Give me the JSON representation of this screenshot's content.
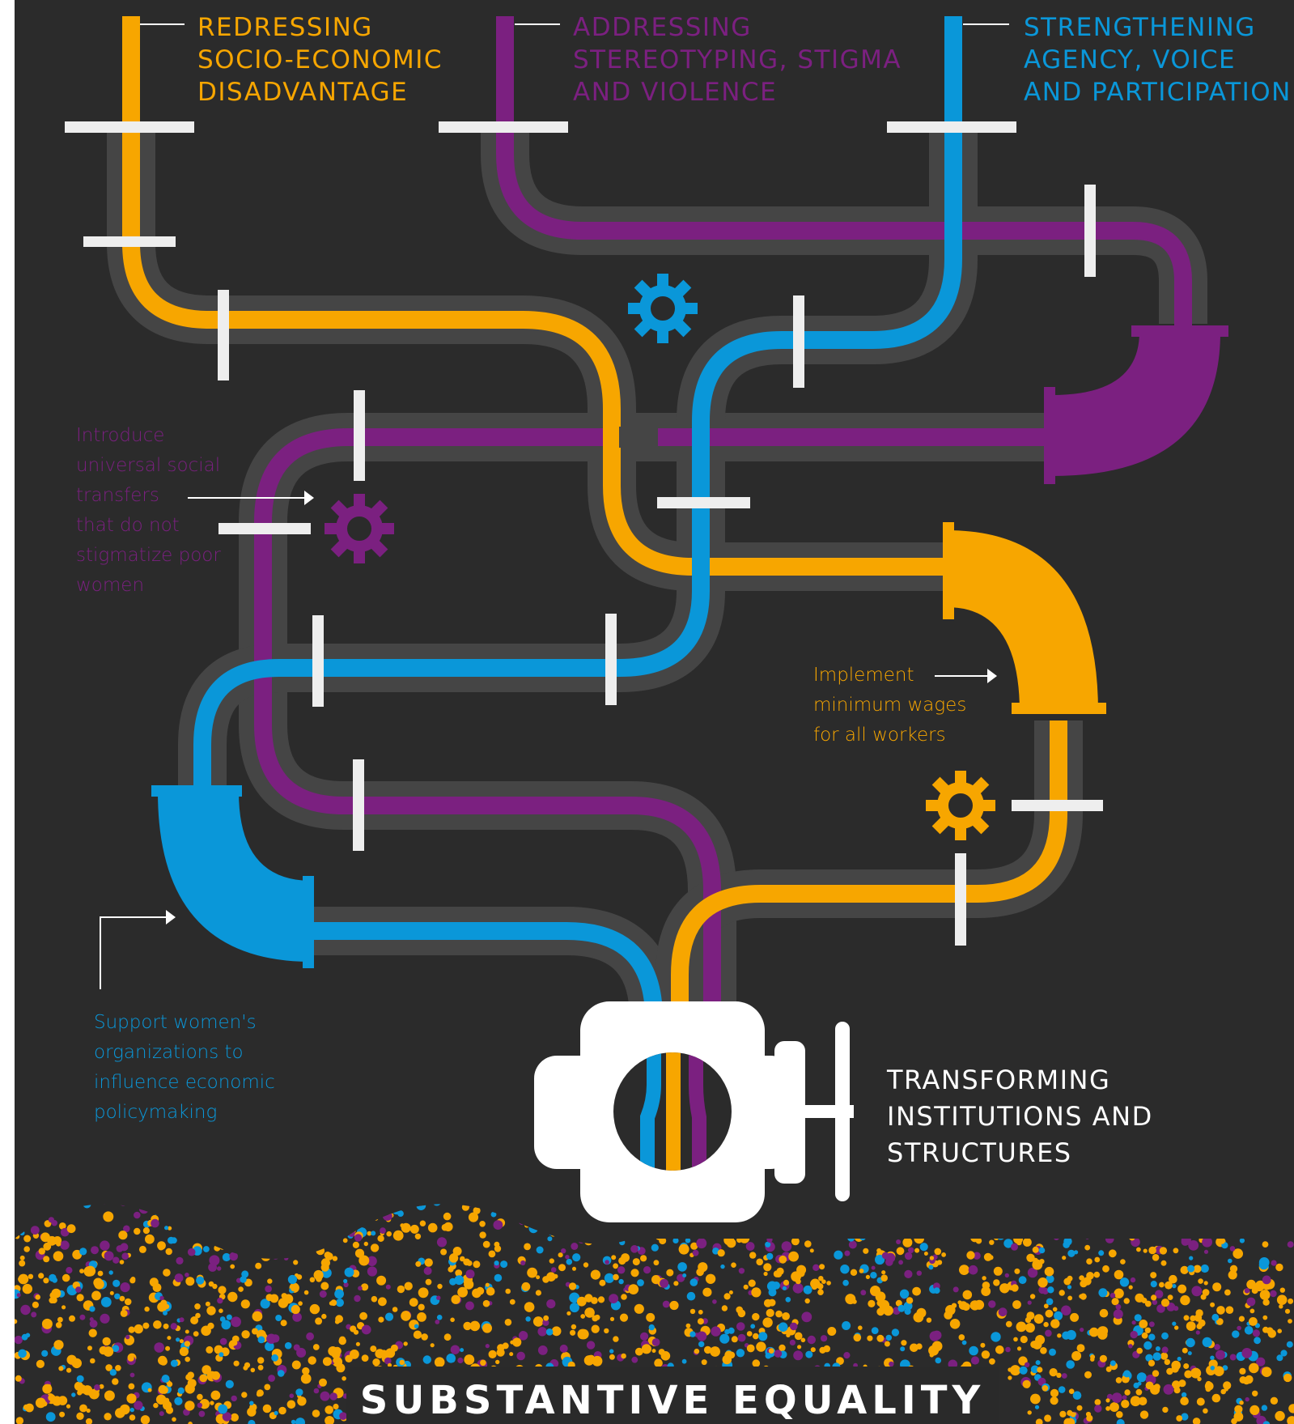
{
  "colors": {
    "background": "#2b2b2b",
    "pipe_casing": "#454545",
    "orange": "#f7a600",
    "purple": "#7b2080",
    "blue": "#0a97d9",
    "clamp": "#eeeeee",
    "valve": "#ffffff"
  },
  "streams": [
    {
      "label": "REDRESSING\nSOCIO-ECONOMIC\nDISADVANTAGE",
      "color": "#f7a600"
    },
    {
      "label": "ADDRESSING\nSTEREOTYPING, STIGMA\nAND VIOLENCE",
      "color": "#7b2080"
    },
    {
      "label": "STRENGTHENING\nAGENCY, VOICE\nAND PARTICIPATION",
      "color": "#0a97d9"
    }
  ],
  "actions": [
    {
      "text": "Introduce\nuniversal social\ntransfers\nthat do not\nstigmatize poor\nwomen",
      "color": "#7b2080"
    },
    {
      "text": "Implement\nminimum wages\nfor all workers",
      "color": "#f7a600"
    },
    {
      "text": "Support women's\norganizations to\ninfluence economic\npolicymaking",
      "color": "#0a97d9"
    }
  ],
  "icons": [
    "gear-icon",
    "arrow-right-icon",
    "valve-icon",
    "elbow-pipe-icon"
  ],
  "valve_label": "TRANSFORMING\nINSTITUTIONS AND\nSTRUCTURES",
  "outcome": "SUBSTANTIVE EQUALITY"
}
